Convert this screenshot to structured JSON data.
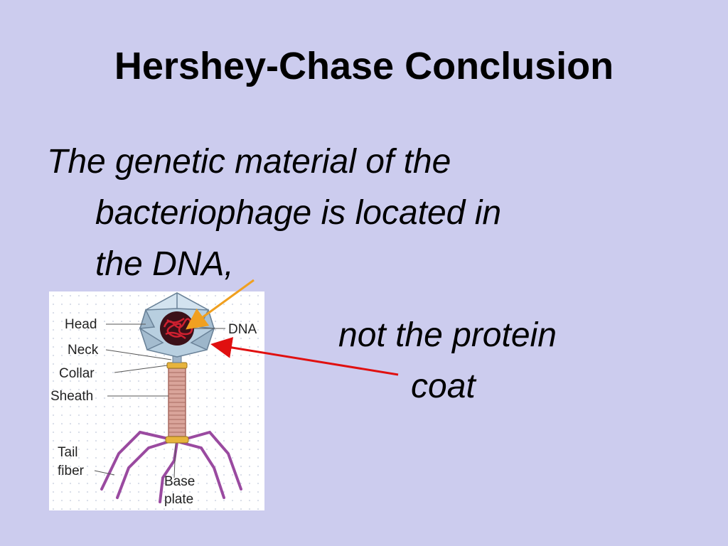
{
  "slide": {
    "title": "Hershey-Chase Conclusion",
    "body_lines": [
      "The genetic material of the",
      "bacteriophage is located in",
      "the DNA,"
    ],
    "callout_lines": [
      "not the protein",
      "coat"
    ]
  },
  "figure": {
    "labels": {
      "head": "Head",
      "neck": "Neck",
      "collar": "Collar",
      "sheath": "Sheath",
      "tail_fiber_1": "Tail",
      "tail_fiber_2": "fiber",
      "dna": "DNA",
      "base_plate_1": "Base",
      "base_plate_2": "plate"
    }
  },
  "colors": {
    "background": "#ccccee",
    "dna_arrow": "#f0a020",
    "coat_arrow": "#e01010",
    "capsid": "#b8cfe0",
    "dna": "#d02030",
    "sheath": "#d9a49a",
    "tail_fibers": "#9a4aa0"
  }
}
